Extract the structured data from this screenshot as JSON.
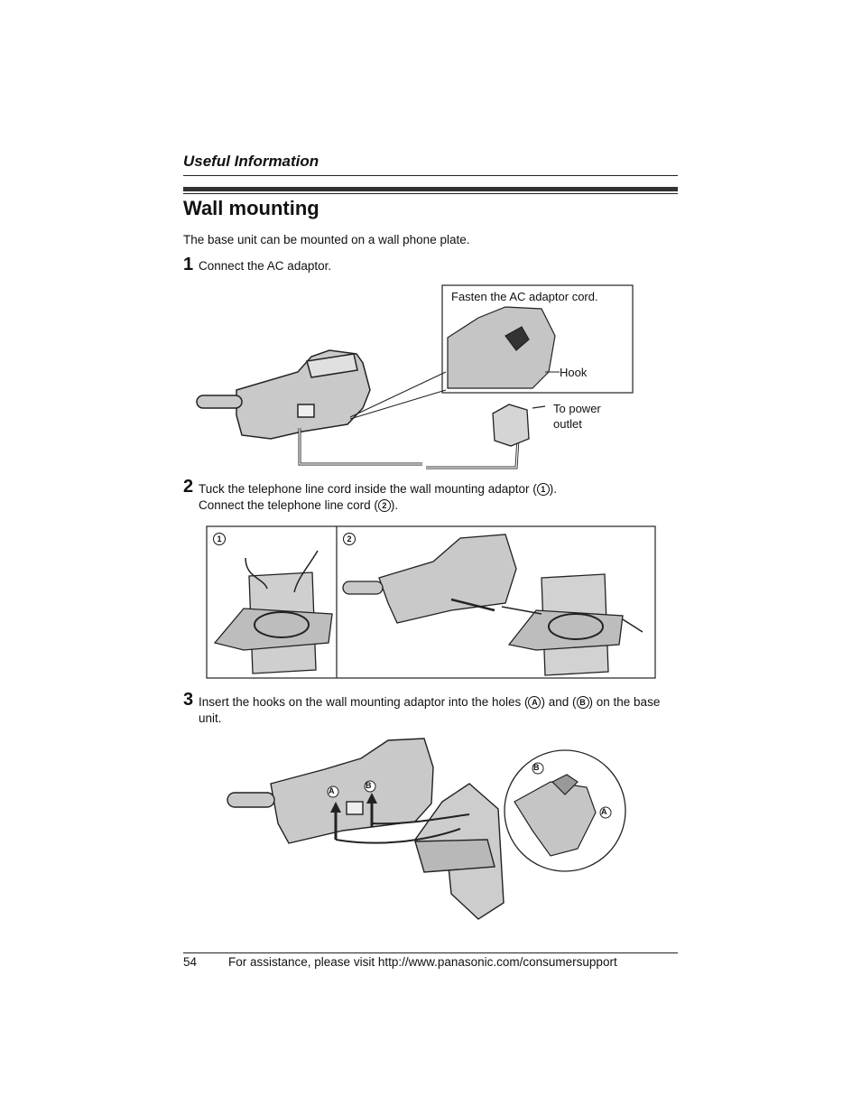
{
  "header": {
    "section": "Useful Information"
  },
  "title": "Wall mounting",
  "intro": "The base unit can be mounted on a wall phone plate.",
  "steps": [
    {
      "num": "1",
      "line1": "Connect the AC adaptor.",
      "line2": ""
    },
    {
      "num": "2",
      "line1_a": "Tuck the telephone line cord inside the wall mounting adaptor (",
      "line1_b": ").",
      "line2_a": "Connect the telephone line cord (",
      "line2_b": ")."
    },
    {
      "num": "3",
      "line1_a": "Insert the hooks on the wall mounting adaptor into the holes (",
      "line1_b": ") and (",
      "line1_c": ") on the base",
      "line2": "unit."
    }
  ],
  "figure1": {
    "callout": "Fasten the AC adaptor cord.",
    "hook": "Hook",
    "power_1": "To power",
    "power_2": "outlet"
  },
  "figure2": {
    "panel1": "1",
    "panel2": "2"
  },
  "figure3": {
    "hole_a": "A",
    "hole_b": "B"
  },
  "footer": {
    "page": "54",
    "text": "For assistance, please visit http://www.panasonic.com/consumersupport"
  }
}
